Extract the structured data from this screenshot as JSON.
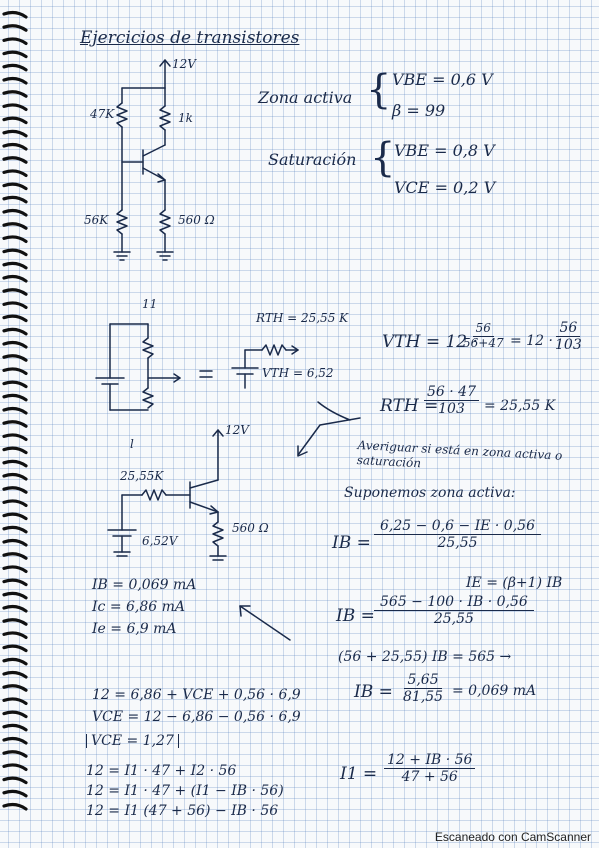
{
  "title": "Ejercicios de transistores",
  "circuit1": {
    "vcc": "12V",
    "r1": "47K",
    "rc": "1k",
    "r2": "56K",
    "re": "560 Ω",
    "gnd_left": "⏚",
    "gnd_right": "⏚"
  },
  "zones": {
    "active_label": "Zona activa",
    "active_vbe": "VBE = 0,6 V",
    "active_beta": "β = 99",
    "sat_label": "Saturación",
    "sat_vbe": "VBE = 0,8 V",
    "sat_vce": "VCE = 0,2 V"
  },
  "thevenin": {
    "label_top": "11",
    "rth_label": "RTH = 25,55 K",
    "vth_label": "VTH = 6,52",
    "vth_eq_lhs": "VTH = 12 ·",
    "vth_frac1_num": "56",
    "vth_frac1_den": "56+47",
    "vth_eq_mid": "= 12 ·",
    "vth_frac2_num": "56",
    "vth_frac2_den": "103",
    "rth_eq_lhs": "RTH =",
    "rth_frac_num": "56 · 47",
    "rth_frac_den": "103",
    "rth_eq_rhs": "= 25,55 K",
    "note": "Averiguar si está en zona activa o saturación"
  },
  "circuit2": {
    "label_top": "l",
    "vcc": "12V",
    "rb": "25,55K",
    "vb": "6,52V",
    "re": "560 Ω"
  },
  "solution": {
    "assume": "Suponemos zona activa:",
    "ib_lhs": "IB =",
    "ib_num": "6,25 − 0,6 − IE · 0,56",
    "ib_den": "25,55",
    "ie_rel": "IE = (β+1) IB",
    "ib2_lhs": "IB =",
    "ib2_num": "565 − 100 · IB · 0,56",
    "ib2_den": "25,55",
    "eq3": "(56 + 25,55) IB = 565 →",
    "ib3_lhs": "IB =",
    "ib3_num": "5,65",
    "ib3_den": "81,55",
    "ib3_rhs": "= 0,069 mA"
  },
  "results": {
    "ib": "IB = 0,069 mA",
    "ic": "Ic = 6,86 mA",
    "ie": "Ie = 6,9 mA"
  },
  "kvl": {
    "l1": "12 = 6,86 + VCE + 0,56 · 6,9",
    "l2": "VCE = 12 − 6,86 − 0,56 · 6,9",
    "l3": "VCE = 1,27",
    "l4": "12 = I1 · 47 + I2 · 56",
    "l5": "12 = I1 · 47 + (I1 − IB · 56)",
    "l6": "12 = I1 (47 + 56) − IB · 56",
    "i1_lhs": "I1 =",
    "i1_num": "12 + IB · 56",
    "i1_den": "47 + 56"
  },
  "footer": "Escaneado con CamScanner"
}
